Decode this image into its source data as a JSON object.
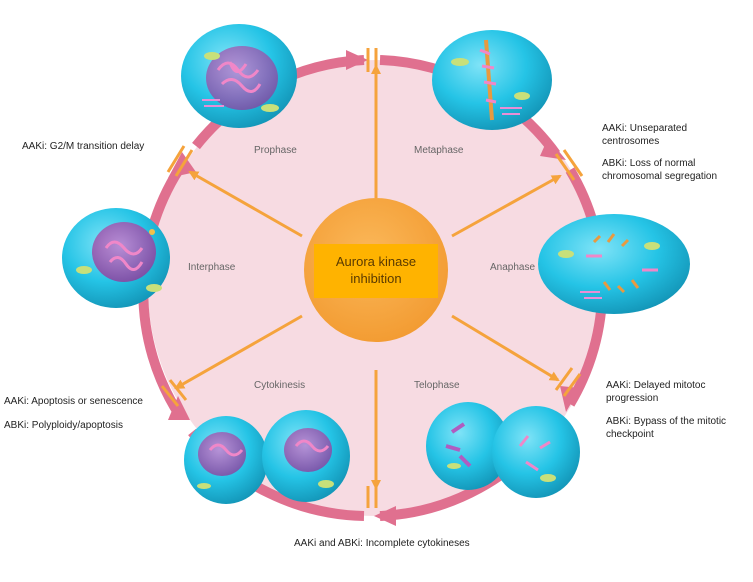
{
  "center": {
    "line1": "Aurora kinase",
    "line2": "inhibition"
  },
  "phases": {
    "prophase": "Prophase",
    "metaphase": "Metaphase",
    "anaphase": "Anaphase",
    "telophase": "Telophase",
    "cytokinesis": "Cytokinesis",
    "interphase": "Interphase"
  },
  "effects": {
    "g2m": "AAKi: G2/M transition delay",
    "metaphase_aaki_1": "AAKi: Unseparated",
    "metaphase_aaki_2": "centrosomes",
    "metaphase_abki_1": "ABKi: Loss of normal",
    "metaphase_abki_2": "chromosomal segregation",
    "telophase_aaki_1": "AAKi: Delayed mitotoc",
    "telophase_aaki_2": "progression",
    "telophase_abki_1": "ABKi: Bypass of the mitotic",
    "telophase_abki_2": "checkpoint",
    "bottom": "AAKi and ABKi: Incomplete cytokineses",
    "cytokinesis_aaki": "AAKi: Apoptosis or senescence",
    "cytokinesis_abki": "ABKi: Polyploidy/apoptosis"
  },
  "colors": {
    "cycle_ring": "#e0708f",
    "cycle_fill": "#f7dbe2",
    "arrow_orange": "#f5a33c",
    "center_circle": "#f7a640",
    "center_box": "#ffb300",
    "cell_body": "#25c4e6",
    "nucleus": "#a64fb0",
    "chromatin": "#f087c8"
  }
}
